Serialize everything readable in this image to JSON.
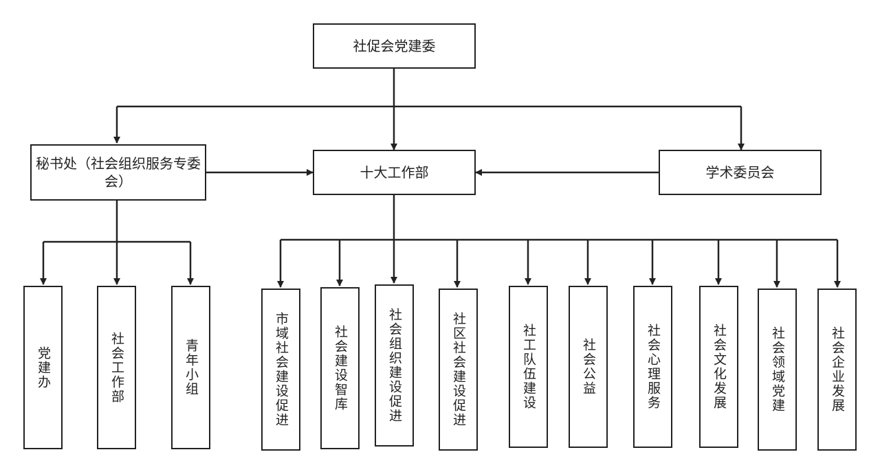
{
  "diagram": {
    "root": "社促会党建委",
    "secretariat": "秘书处（社会组织服务专委会）",
    "center": "十大工作部",
    "academic": "学术委员会",
    "left_children": [
      "党建办",
      "社会工作部",
      "青年小组"
    ],
    "departments": [
      "市域社会建设促进",
      "社会建设智库",
      "社会组织建设促进",
      "社区社会建设促进",
      "社工队伍建设",
      "社会公益",
      "社会心理服务",
      "社会文化发展",
      "社会领域党建",
      "社会企业发展"
    ]
  }
}
